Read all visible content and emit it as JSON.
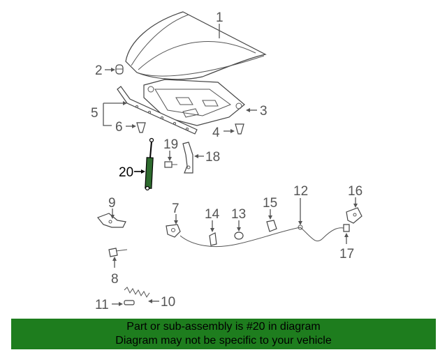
{
  "callouts": [
    {
      "id": "1",
      "label": "1"
    },
    {
      "id": "2",
      "label": "2"
    },
    {
      "id": "3",
      "label": "3"
    },
    {
      "id": "4",
      "label": "4"
    },
    {
      "id": "5",
      "label": "5"
    },
    {
      "id": "6",
      "label": "6"
    },
    {
      "id": "7",
      "label": "7"
    },
    {
      "id": "8",
      "label": "8"
    },
    {
      "id": "9",
      "label": "9"
    },
    {
      "id": "10",
      "label": "10"
    },
    {
      "id": "11",
      "label": "11"
    },
    {
      "id": "12",
      "label": "12"
    },
    {
      "id": "13",
      "label": "13"
    },
    {
      "id": "14",
      "label": "14"
    },
    {
      "id": "15",
      "label": "15"
    },
    {
      "id": "16",
      "label": "16"
    },
    {
      "id": "17",
      "label": "17"
    },
    {
      "id": "18",
      "label": "18"
    },
    {
      "id": "19",
      "label": "19"
    },
    {
      "id": "20",
      "label": "20",
      "highlighted": true
    }
  ],
  "banner": {
    "line1": "Part or sub-assembly is #20 in diagram",
    "line2": "Diagram may not be specific to your vehicle",
    "background_color": "#1e7d1e"
  },
  "colors": {
    "highlight_part": "#2e6b2e",
    "line": "#555555"
  }
}
